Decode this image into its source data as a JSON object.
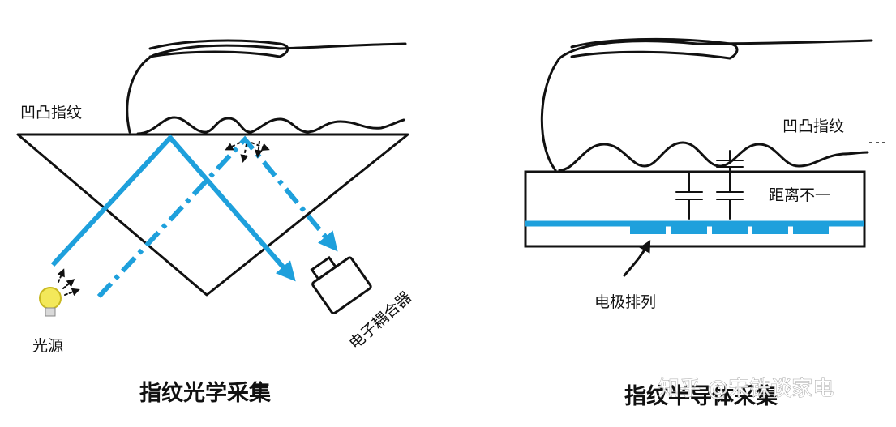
{
  "left": {
    "label_fingerprint": "凹凸指纹",
    "label_light_source": "光源",
    "label_ccd": "电子耦合器",
    "caption": "指纹光学采集"
  },
  "right": {
    "label_fingerprint": "凹凸指纹",
    "label_distance": "距离不一",
    "label_electrodes": "电极排列",
    "caption": "指纹半导体采集"
  },
  "watermark": "知乎 @宋铢谈家电",
  "colors": {
    "beam": "#1ea0dc",
    "line": "#111111",
    "bulb": "#f3e85a"
  }
}
